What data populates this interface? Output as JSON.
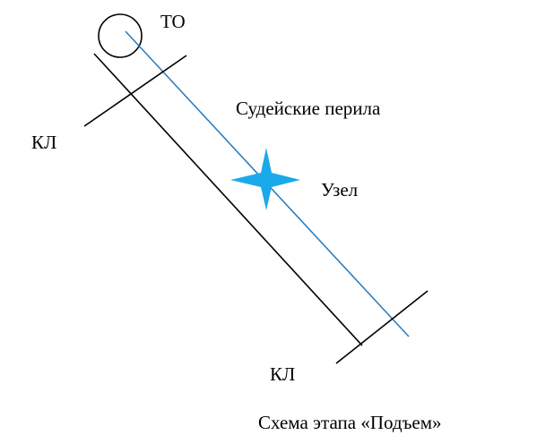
{
  "labels": {
    "top_object": "ТО",
    "control_line_top": "КЛ",
    "control_line_bottom": "КЛ",
    "judges_rope": "Судейские перила",
    "knot": "Узел",
    "caption": "Схема этапа «Подъем»"
  },
  "colors": {
    "rope": "#2e7fc0",
    "knot": "#1aa9ea",
    "lines": "#000000"
  }
}
